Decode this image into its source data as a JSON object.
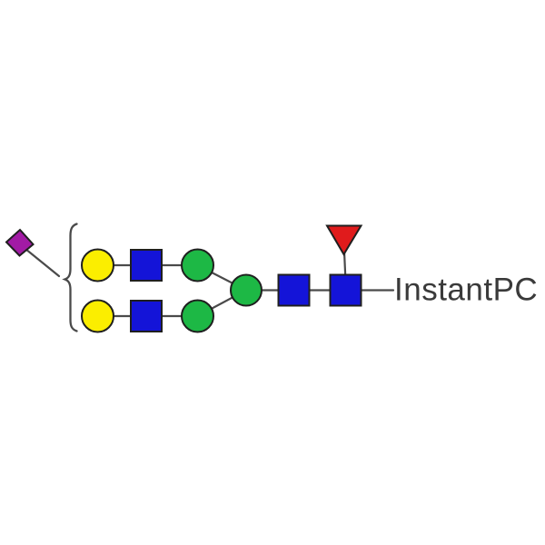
{
  "label": {
    "text": "InstantPC"
  },
  "colors": {
    "purple": "#a21ba5",
    "yellow": "#fbee00",
    "blue": "#1414d8",
    "green": "#1db845",
    "red": "#e01b1c",
    "line": "#4a4a4a",
    "outline": "#1f1f1f",
    "text": "#3a3a3a",
    "background": "#ffffff"
  },
  "glycan": {
    "bracket": "{",
    "residues": [
      {
        "shape": "diamond",
        "color": "purple",
        "position": "outside-bracket-top-left"
      },
      {
        "shape": "circle",
        "color": "yellow",
        "position": "top-branch-terminal"
      },
      {
        "shape": "square",
        "color": "blue",
        "position": "top-branch-middle"
      },
      {
        "shape": "circle",
        "color": "green",
        "position": "top-branch-inner"
      },
      {
        "shape": "circle",
        "color": "yellow",
        "position": "bottom-branch-terminal"
      },
      {
        "shape": "square",
        "color": "blue",
        "position": "bottom-branch-middle"
      },
      {
        "shape": "circle",
        "color": "green",
        "position": "bottom-branch-inner"
      },
      {
        "shape": "circle",
        "color": "green",
        "position": "core-branch-point"
      },
      {
        "shape": "square",
        "color": "blue",
        "position": "core-inner"
      },
      {
        "shape": "square",
        "color": "blue",
        "position": "core-reducing-end"
      },
      {
        "shape": "triangle",
        "color": "red",
        "position": "core-fucose-above-reducing-end"
      }
    ]
  }
}
